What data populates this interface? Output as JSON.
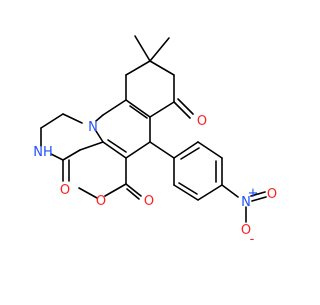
{
  "atom_labels": {
    "n_ring": "N",
    "nh": "NH",
    "h_of_nh": "H",
    "o_ring_ketone_left": "O",
    "o_cyclohexanone": "O",
    "o_ester_carbonyl": "O",
    "o_ester_ether": "O",
    "n_nitro": "N",
    "o_nitro_top": "O",
    "o_nitro_bottom": "O",
    "plus_charge": "+",
    "minus_charge": "-"
  },
  "colors": {
    "bond": "#000000",
    "nitrogen": "#1f4fff",
    "oxygen": "#ff1f1f",
    "background": "#ffffff"
  }
}
